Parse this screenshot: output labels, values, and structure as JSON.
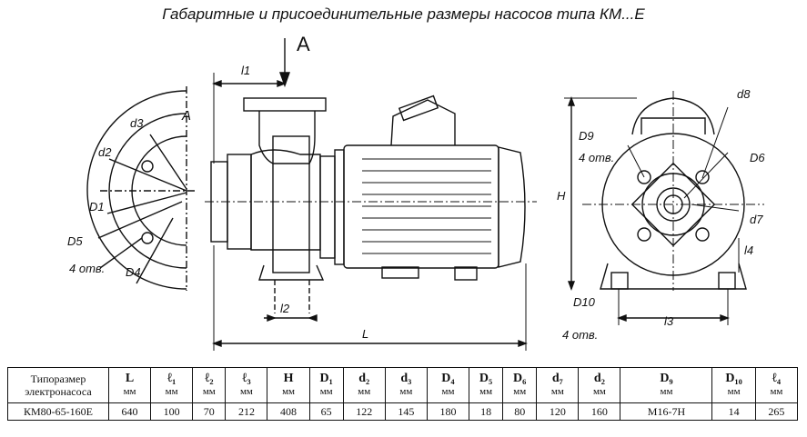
{
  "title": "Габаритные и присоединительные размеры насосов типа КМ...Е",
  "view_labels": {
    "arrow_a": "A",
    "view_a": "A"
  },
  "dimension_labels": {
    "l1": "l1",
    "l2": "l2",
    "L": "L",
    "d3": "d3",
    "d2": "d2",
    "D1": "D1",
    "D5": "D5",
    "holes_left": "4 отв.",
    "D4": "D4",
    "d8": "d8",
    "D9": "D9",
    "holes_right_top": "4 отв.",
    "D6": "D6",
    "H": "H",
    "d7": "d7",
    "l4": "l4",
    "D10": "D10",
    "holes_right_bottom": "4 отв.",
    "l3": "l3"
  },
  "table": {
    "headers": [
      {
        "sym": "Типоразмер",
        "unit": "электронасоса"
      },
      {
        "sym": "L",
        "unit": "мм"
      },
      {
        "sym": "ℓ₁",
        "unit": "мм"
      },
      {
        "sym": "ℓ₂",
        "unit": "мм"
      },
      {
        "sym": "ℓ₃",
        "unit": "мм"
      },
      {
        "sym": "H",
        "unit": "мм"
      },
      {
        "sym": "D₁",
        "unit": "мм"
      },
      {
        "sym": "d₂",
        "unit": "мм"
      },
      {
        "sym": "d₃",
        "unit": "мм"
      },
      {
        "sym": "D₄",
        "unit": "мм"
      },
      {
        "sym": "D₅",
        "unit": "мм"
      },
      {
        "sym": "D₆",
        "unit": "мм"
      },
      {
        "sym": "d₇",
        "unit": "мм"
      },
      {
        "sym": "d₂",
        "unit": "мм"
      },
      {
        "sym": "D₉",
        "unit": "мм"
      },
      {
        "sym": "D₁₀",
        "unit": "мм"
      },
      {
        "sym": "ℓ₄",
        "unit": "мм"
      }
    ],
    "row": [
      "КМ80-65-160Е",
      "640",
      "100",
      "70",
      "212",
      "408",
      "65",
      "122",
      "145",
      "180",
      "18",
      "80",
      "120",
      "160",
      "М16-7Н",
      "14",
      "265"
    ]
  }
}
